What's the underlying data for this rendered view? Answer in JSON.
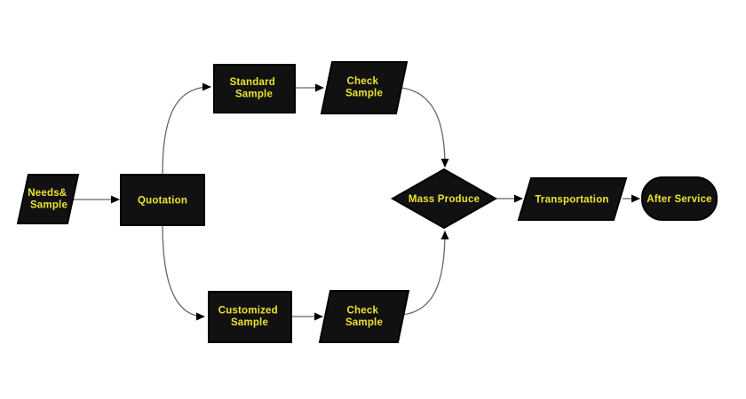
{
  "colors": {
    "background": "#FFFFFF",
    "node_fill": "#111111",
    "node_border": "#000000",
    "label": "#EDE333",
    "connector": "#666666",
    "arrowhead": "#000000"
  },
  "diagram": {
    "type": "flowchart",
    "nodes": [
      {
        "id": "needs-sample",
        "shape": "parallelogram",
        "lines": [
          "Needs&",
          "Sample"
        ]
      },
      {
        "id": "quotation",
        "shape": "rectangle",
        "lines": [
          "Quotation"
        ]
      },
      {
        "id": "standard-sample",
        "shape": "rectangle",
        "lines": [
          "Standard",
          "Sample"
        ]
      },
      {
        "id": "check-sample-top",
        "shape": "parallelogram",
        "lines": [
          "Check",
          "Sample"
        ]
      },
      {
        "id": "customized-sample",
        "shape": "rectangle",
        "lines": [
          "Customized",
          "Sample"
        ]
      },
      {
        "id": "check-sample-bottom",
        "shape": "parallelogram",
        "lines": [
          "Check",
          "Sample"
        ]
      },
      {
        "id": "mass-produce",
        "shape": "diamond",
        "lines": [
          "Mass Produce"
        ]
      },
      {
        "id": "transportation",
        "shape": "parallelogram",
        "lines": [
          "Transportation"
        ]
      },
      {
        "id": "after-service",
        "shape": "terminator",
        "lines": [
          "After Service"
        ]
      }
    ],
    "edges": [
      {
        "from": "needs-sample",
        "to": "quotation"
      },
      {
        "from": "quotation",
        "to": "standard-sample"
      },
      {
        "from": "standard-sample",
        "to": "check-sample-top"
      },
      {
        "from": "check-sample-top",
        "to": "mass-produce"
      },
      {
        "from": "quotation",
        "to": "customized-sample"
      },
      {
        "from": "customized-sample",
        "to": "check-sample-bottom"
      },
      {
        "from": "check-sample-bottom",
        "to": "mass-produce"
      },
      {
        "from": "mass-produce",
        "to": "transportation"
      },
      {
        "from": "transportation",
        "to": "after-service"
      }
    ]
  }
}
